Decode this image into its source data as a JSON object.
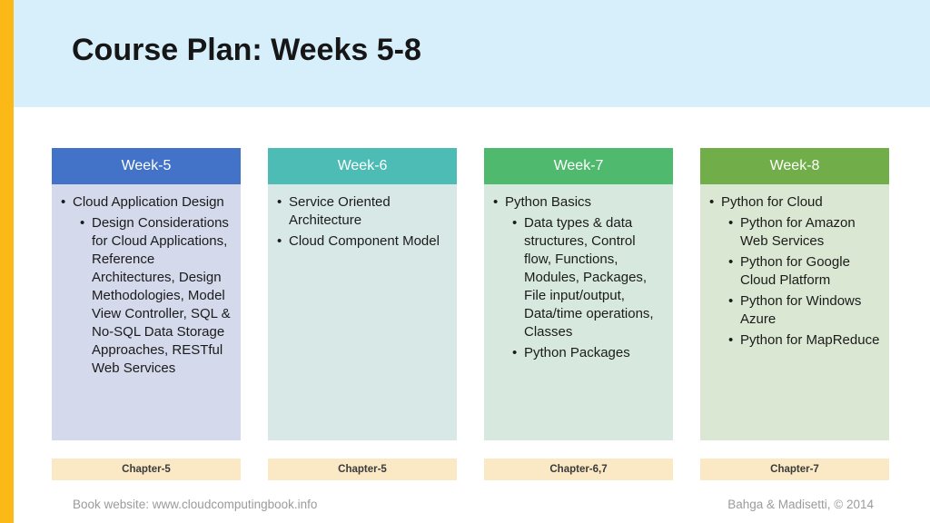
{
  "slide": {
    "title": "Course Plan: Weeks 5-8",
    "footer_left": "Book website: www.cloudcomputingbook.info",
    "footer_right": "Bahga & Madisetti, © 2014"
  },
  "colors": {
    "accent_stripe": "#FBB917",
    "title_band": "#D7EFFB",
    "chapter_bg": "#FBE9C5",
    "footer_text": "#9B9B9B"
  },
  "columns": [
    {
      "header": "Week-5",
      "header_color": "#4273C8",
      "body_color": "#D4D9EB",
      "chapter": "Chapter-5",
      "items": [
        {
          "level": 1,
          "text": "Cloud Application Design"
        },
        {
          "level": 2,
          "text": "Design Considerations for Cloud Applications, Reference Architectures, Design Methodologies, Model View Controller, SQL & No-SQL Data Storage Approaches, RESTful Web Services"
        }
      ]
    },
    {
      "header": "Week-6",
      "header_color": "#4CBCB4",
      "body_color": "#D8E8E6",
      "chapter": "Chapter-5",
      "items": [
        {
          "level": 1,
          "text": "Service Oriented Architecture"
        },
        {
          "level": 1,
          "text": "Cloud Component Model"
        }
      ]
    },
    {
      "header": "Week-7",
      "header_color": "#4FB96D",
      "body_color": "#D7E9DE",
      "chapter": "Chapter-6,7",
      "items": [
        {
          "level": 1,
          "text": "Python Basics"
        },
        {
          "level": 2,
          "text": "Data types & data structures, Control flow, Functions, Modules, Packages, File input/output, Data/time operations, Classes"
        },
        {
          "level": 2,
          "text": "Python Packages"
        }
      ]
    },
    {
      "header": "Week-8",
      "header_color": "#71AD48",
      "body_color": "#DAE7D2",
      "chapter": "Chapter-7",
      "items": [
        {
          "level": 1,
          "text": "Python for Cloud"
        },
        {
          "level": 2,
          "text": "Python for Amazon Web Services"
        },
        {
          "level": 2,
          "text": "Python for Google Cloud Platform"
        },
        {
          "level": 2,
          "text": "Python for Windows Azure"
        },
        {
          "level": 2,
          "text": "Python for MapReduce"
        }
      ]
    }
  ]
}
